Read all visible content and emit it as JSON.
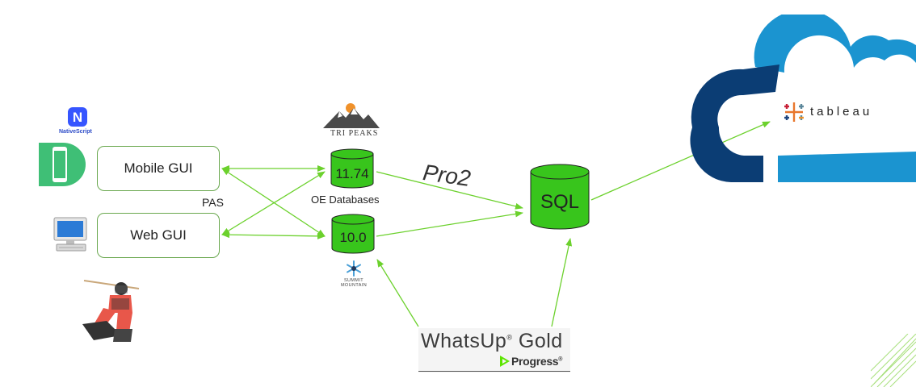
{
  "nativescript": {
    "logo_letter": "N",
    "label": "NativeScript",
    "icon": "nativescript-logo"
  },
  "mobile_gui": {
    "label": "Mobile GUI",
    "icon": "phone-icon"
  },
  "web_gui": {
    "label": "Web GUI",
    "icon": "computer-monitor-icon"
  },
  "pas": {
    "label": "PAS"
  },
  "tri_peaks": {
    "label": "TRI PEAKS",
    "icon": "mountain-sun-logo"
  },
  "db_11": {
    "label": "11.74"
  },
  "db_10": {
    "label": "10.0"
  },
  "oe_databases": {
    "label": "OE Databases"
  },
  "summit": {
    "line1": "SUMMIT",
    "line2": "MOUNTAIN",
    "icon": "snowflake-logo"
  },
  "pro2": {
    "label": "Pro2"
  },
  "sql": {
    "label": "SQL"
  },
  "whatsup": {
    "brand": "WhatsUp",
    "brand_suffix": "Gold",
    "trademark": "®",
    "vendor": "Progress",
    "vendor_mark": "®"
  },
  "tableau": {
    "label": "tableau",
    "icon": "tableau-cross-logo"
  },
  "kendo": {
    "icon": "kendo-warrior-illustration"
  },
  "colors": {
    "arrow": "#6cd12d",
    "db_fill": "#38c51c",
    "cloud_dark": "#0b3d74",
    "cloud_light": "#1b94d0",
    "box_border": "#6aa84f"
  }
}
